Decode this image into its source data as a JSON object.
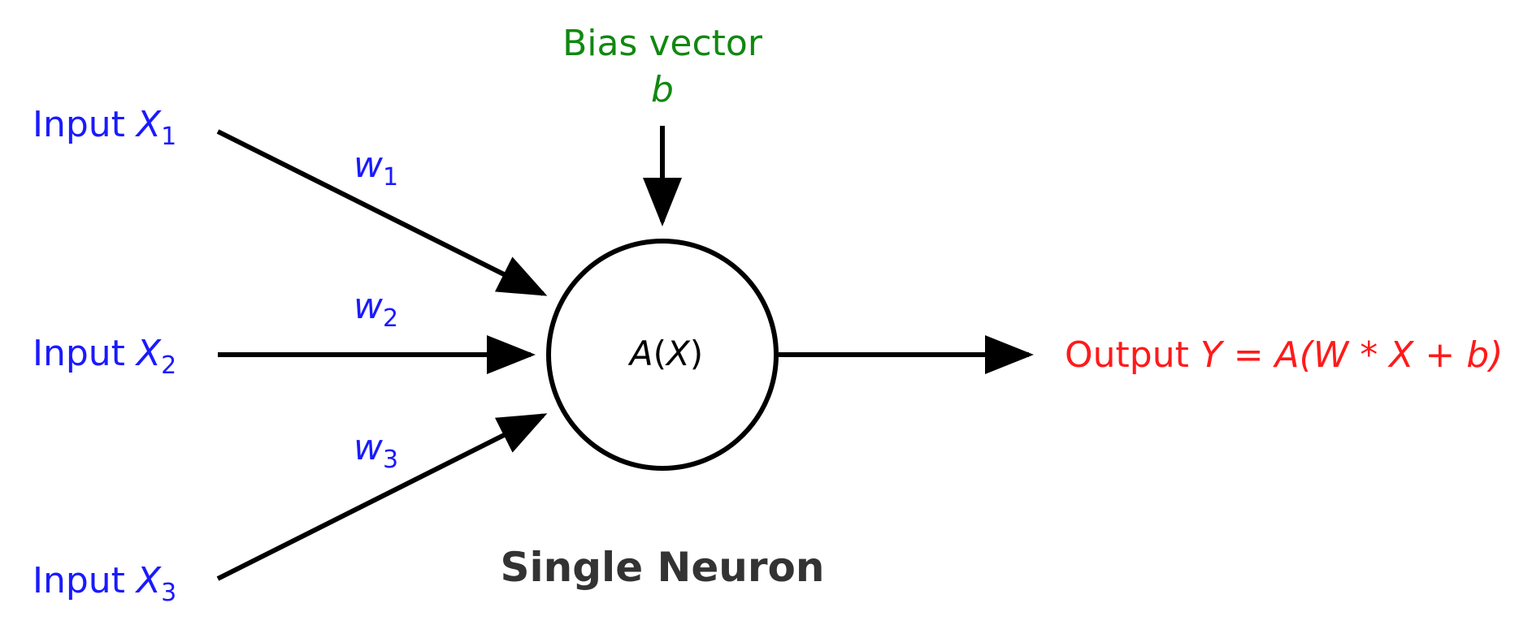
{
  "colors": {
    "input": "#1a1aff",
    "bias": "#118811",
    "output": "#ff1a1a",
    "title": "#333333",
    "stroke": "#000000"
  },
  "inputs": [
    {
      "prefix": "Input ",
      "var": "X",
      "sub": "1",
      "weight_var": "w",
      "weight_sub": "1"
    },
    {
      "prefix": "Input ",
      "var": "X",
      "sub": "2",
      "weight_var": "w",
      "weight_sub": "2"
    },
    {
      "prefix": "Input ",
      "var": "X",
      "sub": "3",
      "weight_var": "w",
      "weight_sub": "3"
    }
  ],
  "bias": {
    "label": "Bias vector",
    "symbol": "b"
  },
  "neuron": {
    "activation": "A",
    "lparen": "(",
    "arg": "X",
    "rparen": ")"
  },
  "output": {
    "prefix": "Output ",
    "formula": "Y = A(W * X + b)"
  },
  "title": "Single Neuron"
}
